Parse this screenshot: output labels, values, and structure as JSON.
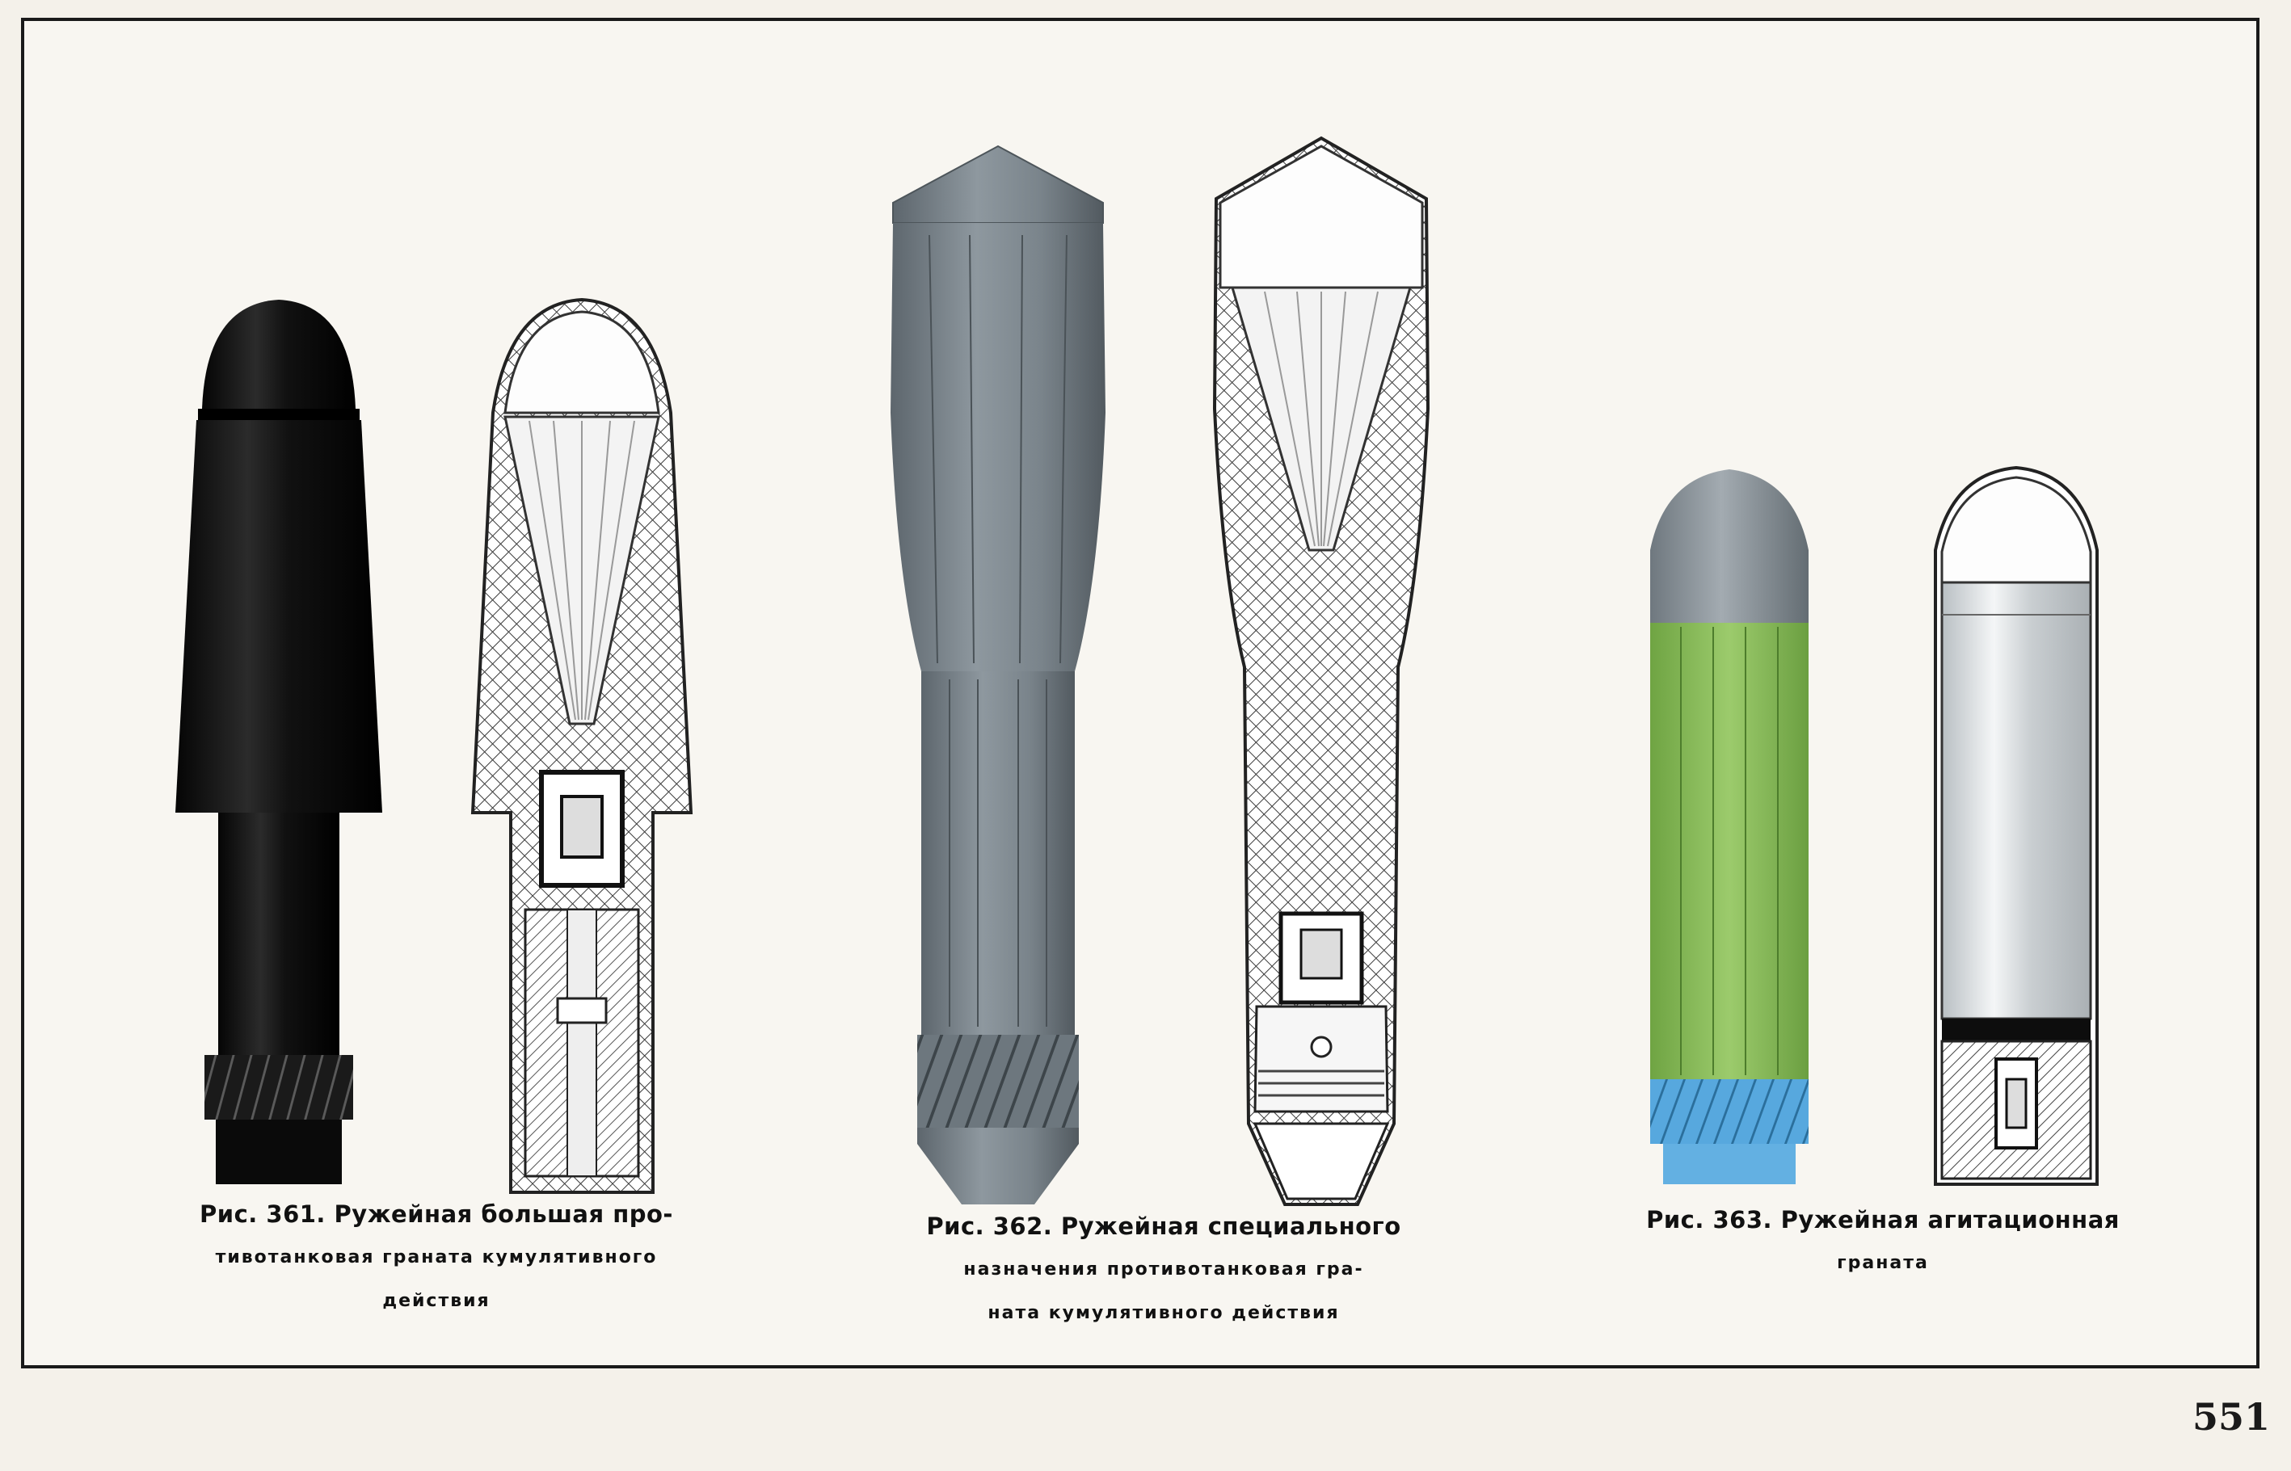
{
  "page": {
    "number": "551"
  },
  "figures": [
    {
      "id": "fig-361",
      "caption_lines": [
        "Рис. 361. Ружейная большая про-",
        "тивотанковая граната кумулятивного",
        "действия"
      ]
    },
    {
      "id": "fig-362",
      "caption_lines": [
        "Рис. 362. Ружейная специального",
        "назначения противотанковая гра-",
        "ната кумулятивного действия"
      ]
    },
    {
      "id": "fig-363",
      "caption_lines": [
        "Рис. 363. Ружейная агитационная",
        "граната"
      ]
    }
  ],
  "colors": {
    "grenade_361_body": "#111111",
    "grenade_362_body": "#7d8890",
    "grenade_363_head": "#8c959c",
    "grenade_363_body": "#86b85c",
    "grenade_363_base": "#4f9fd6",
    "cutaway_hatch": "#3a3a3a",
    "cutaway_fill": "#ffffff",
    "page_background": "#f4f1ea"
  }
}
